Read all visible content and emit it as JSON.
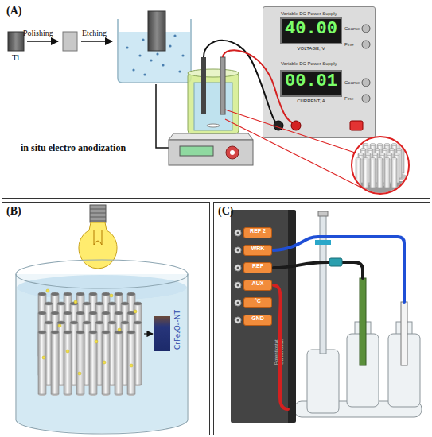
{
  "diagram": {
    "nodes": [
      {
        "text": [
          "(A)"
        ]
      },
      {
        "text": [
          "Variable DC Power Supply",
          "Variable DC Power Supply"
        ],
        "in": 0
      },
      {
        "text": [
          "40.00",
          "VOLTAGE, V"
        ],
        "in": 1
      },
      {
        "text": [
          "00.01",
          "CURRENT, A"
        ],
        "in": 1
      },
      {
        "text": [
          "(B)"
        ]
      },
      {
        "text": [
          "CrFe₂O₄-NT"
        ],
        "in": 4
      },
      {
        "text": [
          "(C)"
        ]
      },
      {
        "text": [
          "Potentiostat Galvanostat"
        ],
        "in": 6
      },
      {
        "text": [
          "REF 2"
        ],
        "in": 7
      },
      {
        "text": [
          "WRK"
        ],
        "in": 7
      },
      {
        "text": [
          "REF"
        ],
        "in": 7
      },
      {
        "text": [
          "AUX"
        ],
        "in": 7
      },
      {
        "text": [
          "°C"
        ],
        "in": 7
      },
      {
        "text": [
          "GND"
        ],
        "in": 7
      }
    ],
    "labels": [
      "Ti",
      "Polishing",
      "Etching",
      "in situ electro anodization",
      "Coarse",
      "Fine",
      "Coarse",
      "Fine"
    ]
  }
}
